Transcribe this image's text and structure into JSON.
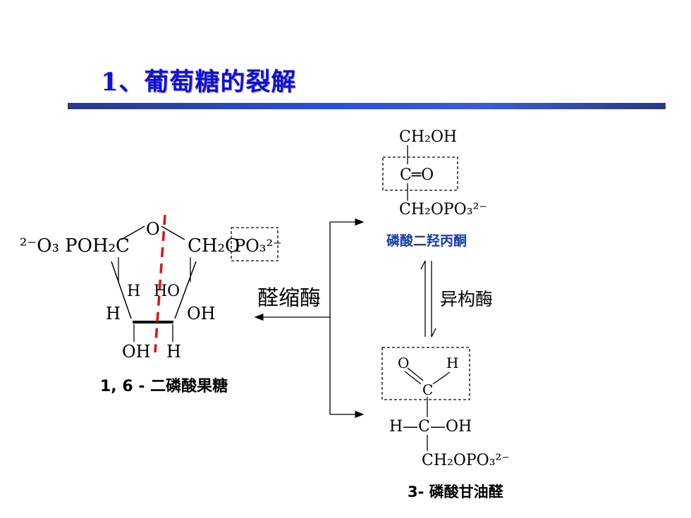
{
  "slide": {
    "title": "1、葡萄糖的裂解"
  },
  "fructose": {
    "left_group": "²⁻O₃ POH₂C",
    "ring_oxygen": "O",
    "right_group": "CH₂O",
    "phosphate": "PO₃²⁻",
    "h_top_left": "H",
    "ho_top_right": "HO",
    "h_left": "H",
    "oh_right": "OH",
    "oh_bottom": "OH",
    "h_bottom": "H",
    "name": "1, 6 - 二磷酸果糖"
  },
  "enzymes": {
    "aldolase": "醛缩酶",
    "isomerase": "异构酶"
  },
  "dhap": {
    "top": "CH₂OH",
    "carbonyl": "C═O",
    "bottom": "CH₂OPO₃²⁻",
    "name": "磷酸二羟丙酮"
  },
  "g3p": {
    "aldehyde_o": "O",
    "aldehyde_h": "H",
    "aldehyde_c": "C",
    "middle": "H—C—OH",
    "bottom": "CH₂OPO₃²⁻",
    "name": "3- 磷酸甘油醛"
  },
  "colors": {
    "title": "#1010d8",
    "cut_line": "#e01010",
    "dhap_name": "#1a3aa8"
  }
}
